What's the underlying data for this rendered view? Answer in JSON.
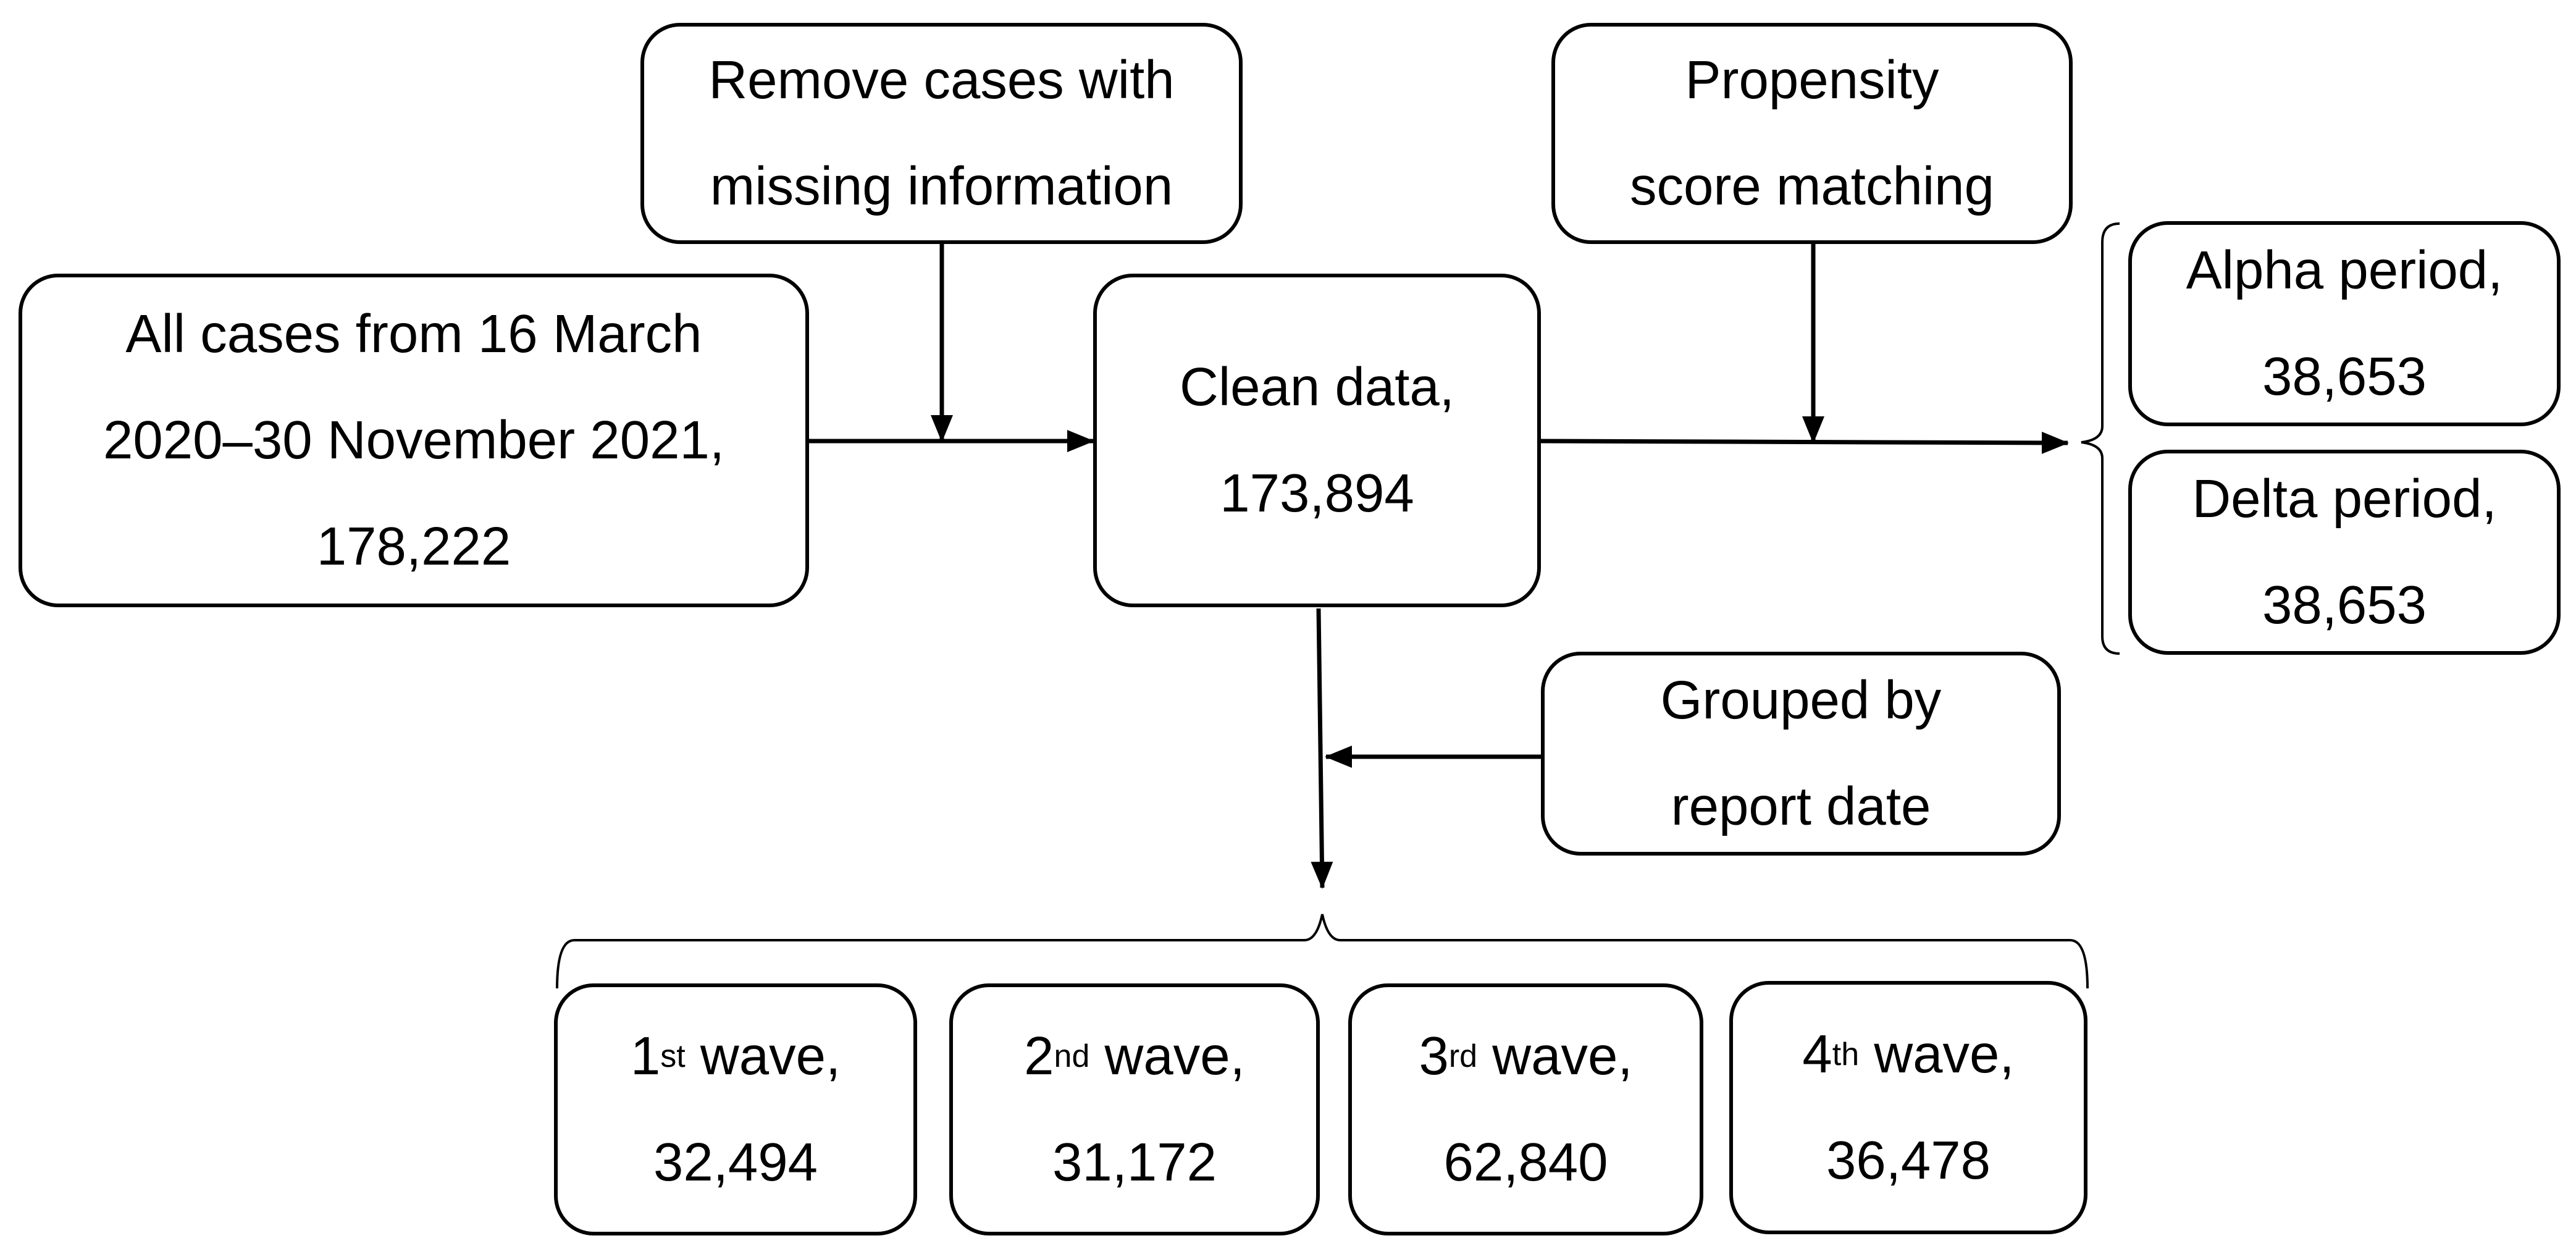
{
  "diagram": {
    "boxes": {
      "remove": {
        "lines": [
          "Remove cases with",
          "missing information"
        ]
      },
      "propensity": {
        "lines": [
          "Propensity",
          "score matching"
        ]
      },
      "all_cases": {
        "lines": [
          "All cases from 16 March",
          "2020–30 November 2021,",
          "178,222"
        ]
      },
      "clean": {
        "lines": [
          "Clean data,",
          "173,894"
        ]
      },
      "alpha": {
        "lines": [
          "Alpha period,",
          "38,653"
        ]
      },
      "delta": {
        "lines": [
          "Delta period,",
          "38,653"
        ]
      },
      "grouped": {
        "lines": [
          "Grouped by",
          "report date"
        ]
      },
      "wave1": {
        "ordinal": "1",
        "suffix": "st",
        "label": " wave,",
        "count": "32,494"
      },
      "wave2": {
        "ordinal": "2",
        "suffix": "nd",
        "label": " wave,",
        "count": "31,172"
      },
      "wave3": {
        "ordinal": "3",
        "suffix": "rd",
        "label": " wave,",
        "count": "62,840"
      },
      "wave4": {
        "ordinal": "4",
        "suffix": "th",
        "label": " wave,",
        "count": "36,478"
      }
    }
  }
}
